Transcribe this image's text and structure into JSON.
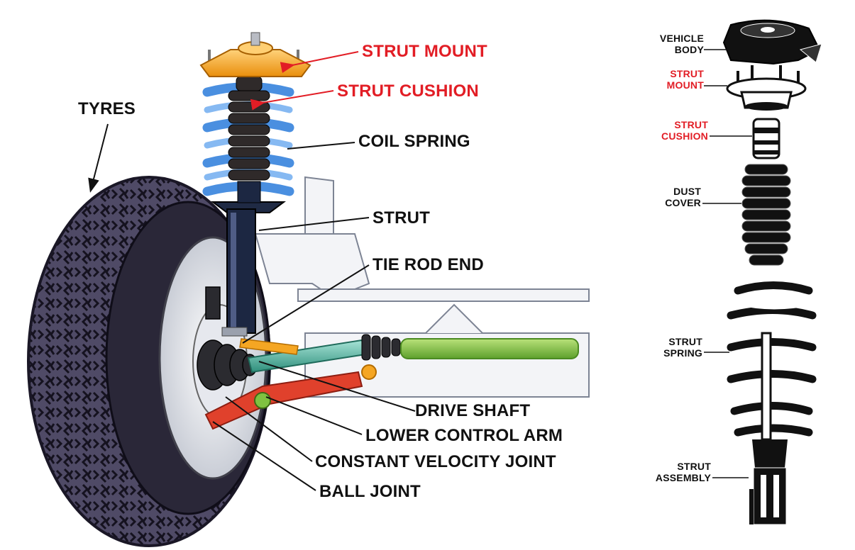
{
  "colors": {
    "red_label": "#e21d25",
    "black_label": "#111111",
    "strut_mount_orange": "#f5a623",
    "coil_spring_blue": "#4a8fe0",
    "tyre_purple": "#4a4560",
    "drive_shaft_teal": "#3fae9a",
    "tie_rod_green": "#7fc241",
    "control_arm_red": "#e0412c",
    "background": "#ffffff"
  },
  "labels": {
    "strut_mount": "STRUT MOUNT",
    "strut_cushion": "STRUT CUSHION",
    "tyres": "TYRES",
    "coil_spring": "COIL SPRING",
    "strut": "STRUT",
    "tie_rod_end": "TIE ROD END",
    "drive_shaft": "DRIVE SHAFT",
    "lower_control_arm": "LOWER CONTROL ARM",
    "constant_velocity_joint": "CONSTANT VELOCITY JOINT",
    "ball_joint": "BALL JOINT"
  },
  "exploded": {
    "vehicle_body": [
      "VEHICLE",
      "BODY"
    ],
    "strut_mount": [
      "STRUT",
      "MOUNT"
    ],
    "strut_cushion": [
      "STRUT",
      "CUSHION"
    ],
    "dust_cover": [
      "DUST",
      "COVER"
    ],
    "strut_spring": [
      "STRUT",
      "SPRING"
    ],
    "strut_assembly": [
      "STRUT",
      "ASSEMBLY"
    ]
  }
}
